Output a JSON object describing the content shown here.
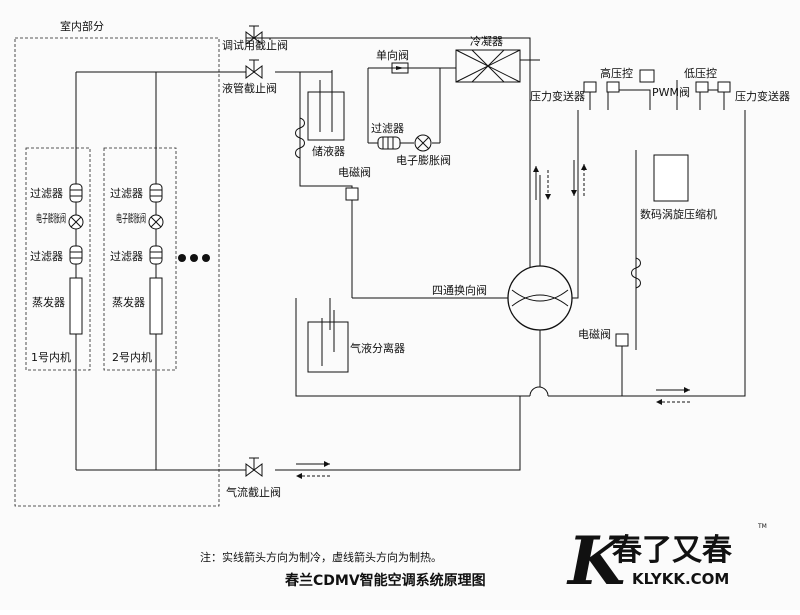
{
  "diagram": {
    "indoor_section": "室内部分",
    "units": [
      {
        "name": "1号内机",
        "filter_top": "过滤器",
        "eev": "电子膨胀阀",
        "filter_bottom": "过滤器",
        "evaporator": "蒸发器"
      },
      {
        "name": "2号内机",
        "filter_top": "过滤器",
        "eev": "电子膨胀阀",
        "filter_bottom": "过滤器",
        "evaporator": "蒸发器"
      }
    ],
    "components": {
      "test_valve": "调试用截止阀",
      "liquid_valve": "液管截止阀",
      "check_valve": "单向阀",
      "condenser": "冷凝器",
      "receiver": "储液器",
      "filter": "过滤器",
      "outdoor_eev": "电子膨胀阀",
      "solenoid_1": "电磁阀",
      "solenoid_2": "电磁阀",
      "four_way": "四通换向阀",
      "separator": "气液分离器",
      "gas_valve": "气流截止阀",
      "high_pressure": "高压控",
      "low_pressure": "低压控",
      "pwm_valve": "PWM阀",
      "transducer_left": "压力变送器",
      "transducer_right": "压力变送器",
      "compressor": "数码涡旋压缩机"
    },
    "note": "注：实线箭头方向为制冷，虚线箭头方向为制热。",
    "title": "春兰CDMV智能空调系统原理图"
  },
  "watermark": {
    "letter": "K",
    "brand": "春了又春",
    "url": "KLYKK.COM",
    "tm": "TM",
    "color": "#d4161b"
  }
}
